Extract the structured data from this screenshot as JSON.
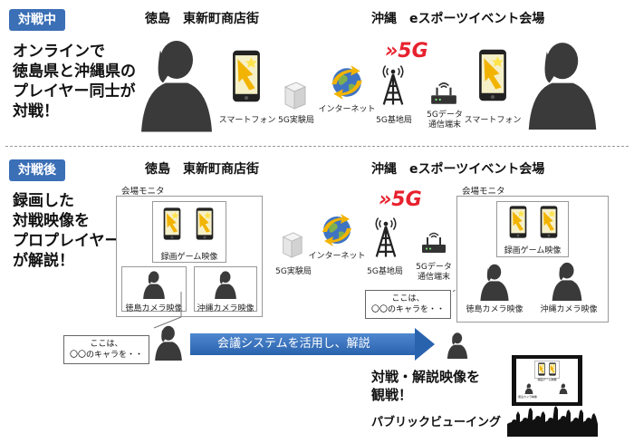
{
  "top": {
    "badge": "対戦中",
    "headline": [
      "オンラインで",
      "徳島県と沖縄県の",
      "プレイヤー同士が",
      "対戦！"
    ],
    "loc_left": "徳島　東新町商店街",
    "loc_right": "沖縄　eスポーツイベント会場",
    "fiveg": "»5G",
    "labels": {
      "smartphone_left": "スマートフォン",
      "station": "5G実験局",
      "internet": "インターネット",
      "base": "5G基地局",
      "terminal_1": "5Gデータ",
      "terminal_2": "通信端末",
      "smartphone_right": "スマートフォン"
    }
  },
  "bottom": {
    "badge": "対戦後",
    "headline": [
      "録画した",
      "対戦映像を",
      "プロプレイヤー",
      "が解説！"
    ],
    "loc_left": "徳島　東新町商店街",
    "loc_right": "沖縄　eスポーツイベント会場",
    "fiveg": "»5G",
    "monitor_left": "会場モニタ",
    "monitor_right": "会場モニタ",
    "rec_label": "録画ゲーム映像",
    "cam_tokushima": "徳島カメラ映像",
    "cam_okinawa": "沖縄カメラ映像",
    "labels": {
      "station": "5G実験局",
      "internet": "インターネット",
      "base": "5G基地局",
      "terminal_1": "5Gデータ",
      "terminal_2": "通信端末"
    },
    "bubble_left": [
      "ここは、",
      "〇〇のキャラを・・"
    ],
    "bubble_right": [
      "ここは、",
      "〇〇のキャラを・・"
    ],
    "arrow_text": "会議システムを活用し、解説",
    "pv_text": [
      "対戦・解説映像を",
      "観戦！"
    ],
    "pv_sub": "パブリックビューイング",
    "thumb_label": "録画ゲーム映像",
    "thumb_cam": "徳島カメラ映像"
  },
  "colors": {
    "badge": "#3b6fb6",
    "fiveg": "#e8212e",
    "arrow": "#2a63ad"
  }
}
